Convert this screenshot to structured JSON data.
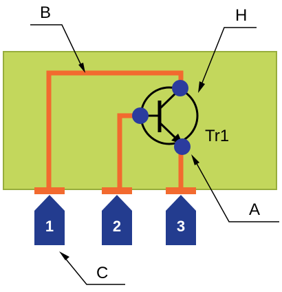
{
  "diagram": {
    "component_label": "Tr1",
    "callouts": {
      "b": "B",
      "h": "H",
      "a": "A",
      "c": "C"
    },
    "pins": [
      "1",
      "2",
      "3"
    ]
  },
  "colors": {
    "board": "#c3d75c",
    "board_border": "#97ad3c",
    "trace": "#f26a2f",
    "pad": "#233c8f",
    "pad_dot": "#2b3c9e",
    "transistor_line": "#000000",
    "callout_line": "#000000"
  }
}
